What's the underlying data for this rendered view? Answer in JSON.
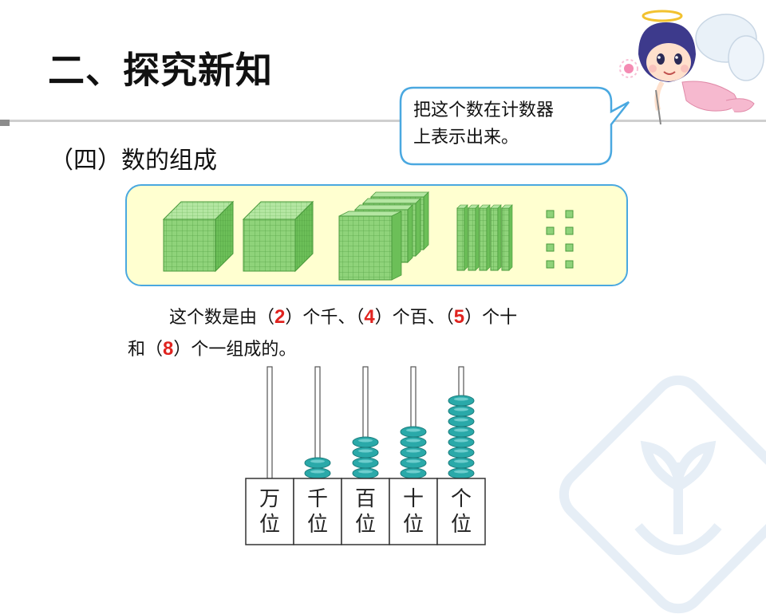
{
  "slide": {
    "title": "二、探究新知",
    "subtitle": "（四）数的组成"
  },
  "bubble": {
    "line1": "把这个数在计数器",
    "line2": "上表示出来。"
  },
  "blocks": {
    "thousands": 2,
    "hundreds": 4,
    "tens": 5,
    "ones": 8
  },
  "sentence": {
    "p1": "这个数是由（",
    "a1": "2",
    "p2": "）个千、（",
    "a2": "4",
    "p3": "）个百、（",
    "a3": "5",
    "p4": "）个十",
    "p5": "和（",
    "a4": "8",
    "p6": "）个一组成的。"
  },
  "abacus": {
    "places": [
      {
        "label_top": "万",
        "label_bottom": "位",
        "beads": 0
      },
      {
        "label_top": "千",
        "label_bottom": "位",
        "beads": 2
      },
      {
        "label_top": "百",
        "label_bottom": "位",
        "beads": 4
      },
      {
        "label_top": "十",
        "label_bottom": "位",
        "beads": 5
      },
      {
        "label_top": "个",
        "label_bottom": "位",
        "beads": 8
      }
    ],
    "bead_color": "#2aa9a9"
  },
  "colors": {
    "panel_fill": "#ffffd0",
    "panel_border": "#4aa8e0",
    "answer_red": "#e0231f",
    "block_green": "#8fd37a"
  }
}
